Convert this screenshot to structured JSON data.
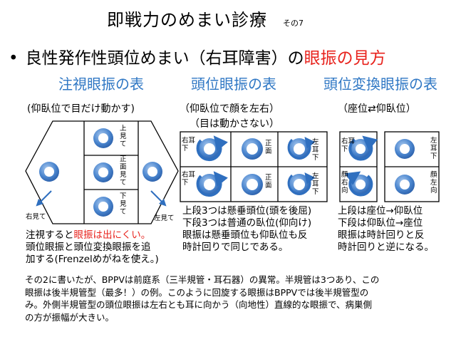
{
  "title": "即戦力のめまい診療",
  "title_suffix": "その7",
  "bullet": {
    "symbol": "•",
    "text_black": "良性発作性頭位めまい（右耳障害）の",
    "text_red": "眼振の見方"
  },
  "headings": {
    "gaze": "注視眼振の表",
    "positional": "頭位眼振の表",
    "positioning": "頭位変換眼振の表"
  },
  "gaze_panel": {
    "subheading": "(仰臥位で目だけ動かす)",
    "cells": [
      "上見て",
      "正面見て",
      "下見て"
    ],
    "left_label": "右見て",
    "right_label": "左見て"
  },
  "positional_panel": {
    "subheading": "（仰臥位で顔を左右）",
    "subheading2": "（目は動かさない）",
    "cells": {
      "right_ear_down": "右耳下",
      "front": "正面",
      "left_ear_down": "左耳下"
    }
  },
  "positioning_panel": {
    "subheading": "（座位⇄仰臥位）",
    "cells": {
      "right_ear_down": "右耳下",
      "left_ear_down": "左耳下",
      "face_right": "顔右向",
      "face_left": "顔左向"
    }
  },
  "descriptions": {
    "gaze": {
      "line1_black": "注視すると",
      "line1_red": "眼振は出にくい。",
      "line2": "頭位眼振と頭位変換眼振を追",
      "line3": "加する(Frenzelめがねを使え。)"
    },
    "positional": [
      "上段3つは懸垂頭位(頭を後屈)",
      "下段3つは普通の臥位(仰向け)",
      "眼振は懸垂頭位も仰臥位も反",
      "時計回りで同じである。"
    ],
    "positioning": [
      "上段は座位→仰臥位",
      "下段は仰臥位→座位",
      "眼振は時計回りと反",
      "時計回りと逆になる。"
    ]
  },
  "bottom_text": [
    "その2に書いたが、BPPVは前庭系（三半規管・耳石器）の異常。半規管は3つあり、この",
    "眼振は後半規管型（最多！）の例。このように回旋する眼振はBPPVでは後半規管型の",
    "み。外側半規管型の頭位眼振は左右とも耳に向かう（向地性）直線的な眼振で、病巣側",
    "の方が振幅が大きい。"
  ],
  "colors": {
    "heading_blue": "#2f77c4",
    "eye_blue": "#2f6fbf",
    "accent_red": "#e8231d"
  }
}
